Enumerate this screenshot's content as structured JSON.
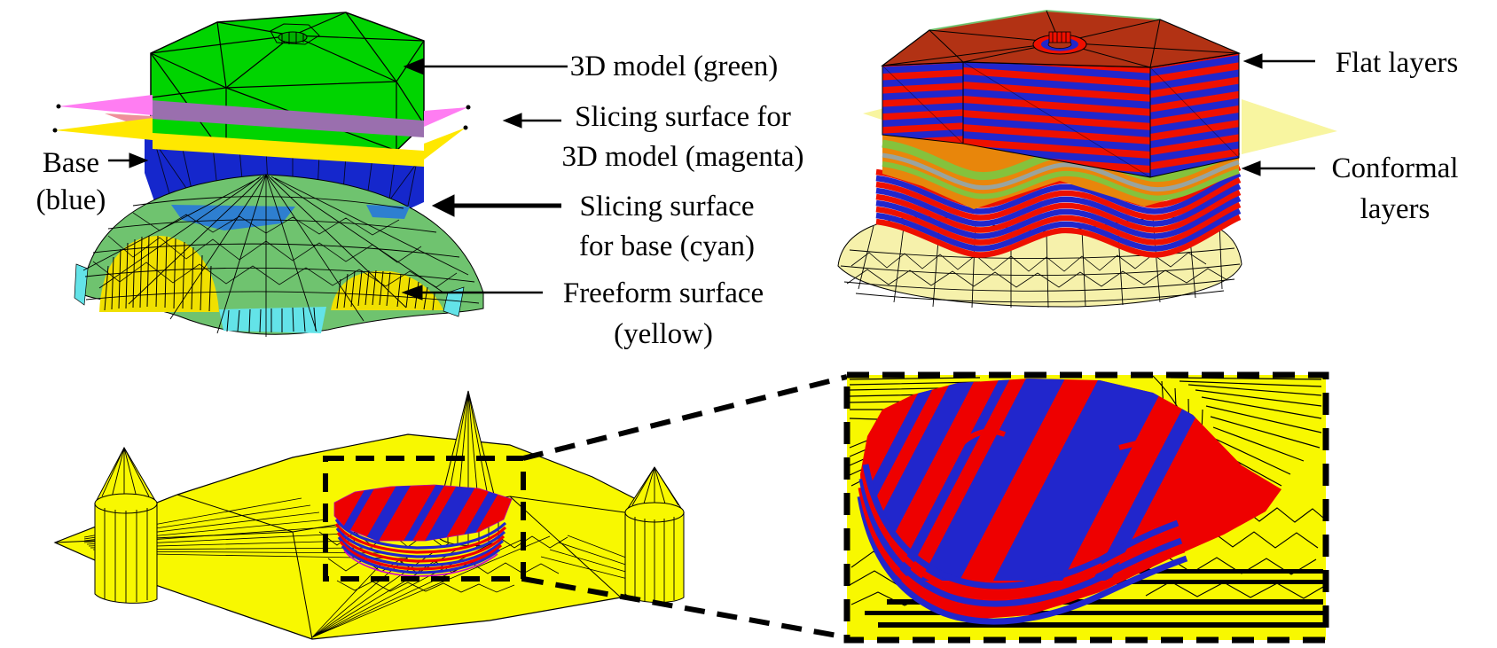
{
  "figure": {
    "top_left": {
      "labels": {
        "model": "3D model (green)",
        "slicing_model_l1": "Slicing surface for",
        "slicing_model_l2": "3D model (magenta)",
        "base_l1": "Base",
        "base_l2": "(blue)",
        "slicing_base_l1": "Slicing surface",
        "slicing_base_l2": "for base (cyan)",
        "freeform_l1": "Freeform surface",
        "freeform_l2": "(yellow)"
      }
    },
    "top_right": {
      "labels": {
        "flat": "Flat layers",
        "conformal_l1": "Conformal",
        "conformal_l2": "layers"
      }
    },
    "colors": {
      "model_green": "#00d400",
      "slicing_magenta": "#ff7df2",
      "magenta_inside_purple": "#9a6fae",
      "base_blue": "#1527cc",
      "dome_mesh_green": "#6fc36f",
      "dome_blue_patch": "#2e7fd0",
      "dome_cyan_fringe": "#63e3e8",
      "freeform_yellow": "#ffe800",
      "flat_layer_red": "#ee1000",
      "flat_layer_blue": "#2126cc",
      "cap_dark_red": "#b23214",
      "transition_orange": "#e8860b",
      "transition_green": "#85c23c",
      "transition_gray": "#9aa49e",
      "pale_slicing_plane": "#f8f5a0",
      "pale_dome_yellow": "#f6f1ab",
      "terrain_yellow": "#f8f800",
      "print_red": "#ee0000",
      "print_blue": "#2126cc",
      "annotation_black": "#000000"
    }
  }
}
